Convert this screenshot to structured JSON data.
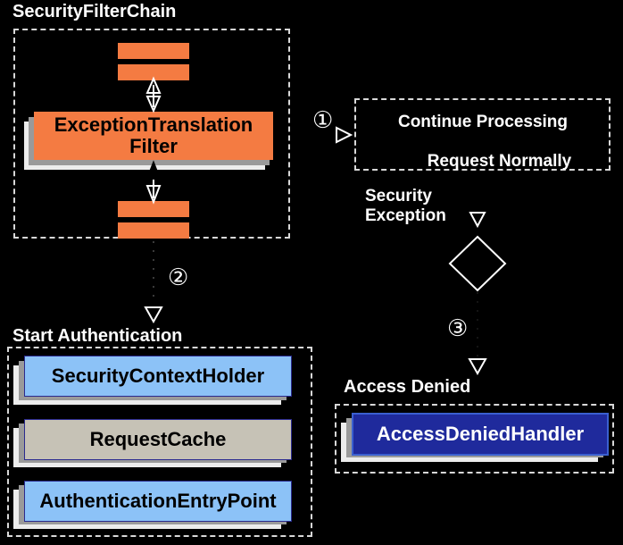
{
  "diagram": {
    "title": "Spring Security ExceptionTranslationFilter flow",
    "background": "#000000",
    "colors": {
      "orange": "#f47b42",
      "light_blue": "#8cc2f7",
      "warm_gray": "#c6c2b6",
      "navy": "#1f2a9c",
      "outline": "#ffffff",
      "shadow_gray": "#9a9a9a",
      "shadow_white": "#ececec"
    }
  },
  "groups": {
    "filter_chain": {
      "title": "SecurityFilterChain"
    },
    "continue_processing": {
      "line1": "Continue Processing",
      "line2": "Request Normally"
    },
    "start_authentication": {
      "title": "Start Authentication"
    },
    "access_denied": {
      "title": "Access Denied"
    }
  },
  "nodes": {
    "filter_top_1": {
      "label": ""
    },
    "filter_top_2": {
      "label": ""
    },
    "exception_translation_filter": {
      "label": "ExceptionTranslation\nFilter"
    },
    "filter_bottom_1": {
      "label": ""
    },
    "filter_bottom_2": {
      "label": ""
    },
    "security_context_holder": {
      "label": "SecurityContextHolder"
    },
    "request_cache": {
      "label": "RequestCache"
    },
    "authentication_entry_point": {
      "label": "AuthenticationEntryPoint"
    },
    "access_denied_handler": {
      "label": "AccessDeniedHandler"
    }
  },
  "edges": {
    "security_exception_label": "Security\nException",
    "decision_diamond": ""
  },
  "steps": {
    "one": "①",
    "two": "②",
    "three": "③"
  }
}
